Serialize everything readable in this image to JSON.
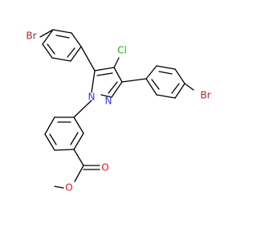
{
  "colors": {
    "bond": "#000000",
    "bromine": "#a52a2a",
    "chlorine": "#1fae1f",
    "nitrogen": "#2b3bf2",
    "oxygen": "#e8121f"
  },
  "atoms": {
    "br_top_left": "Br",
    "cl": "Cl",
    "br_right": "Br",
    "n1": "N",
    "n2": "N",
    "o_carbonyl": "O",
    "o_ester": "O"
  }
}
